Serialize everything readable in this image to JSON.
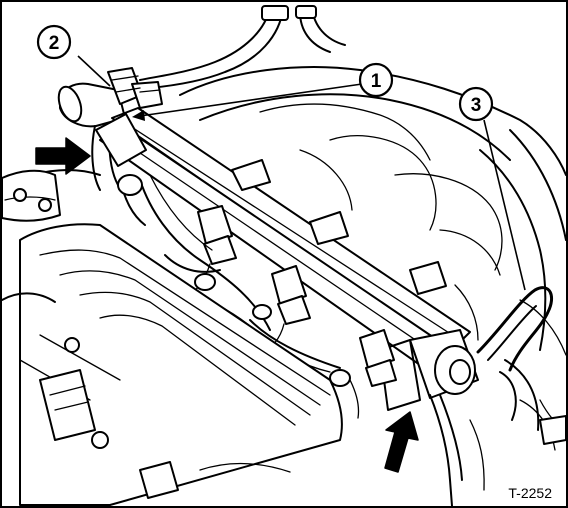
{
  "figure": {
    "reference": "T-2252",
    "callouts": [
      {
        "id": "1",
        "label": "1"
      },
      {
        "id": "2",
        "label": "2"
      },
      {
        "id": "3",
        "label": "3"
      }
    ]
  },
  "colors": {
    "ink": "#000000",
    "paper": "#ffffff"
  }
}
